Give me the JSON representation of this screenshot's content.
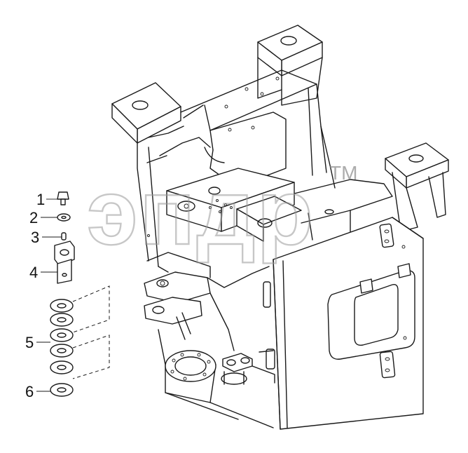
{
  "watermark": {
    "text": "эпдр",
    "trademark": "TM"
  },
  "callouts": [
    {
      "number": "1",
      "part": "bolt"
    },
    {
      "number": "2",
      "part": "washer"
    },
    {
      "number": "3",
      "part": "pin"
    },
    {
      "number": "4",
      "part": "bracket"
    },
    {
      "number": "5",
      "part": "shim stack"
    },
    {
      "number": "6",
      "part": "base shim"
    }
  ],
  "colors": {
    "ink": "#1a1a1a",
    "watermark": "#9a9a9a"
  }
}
